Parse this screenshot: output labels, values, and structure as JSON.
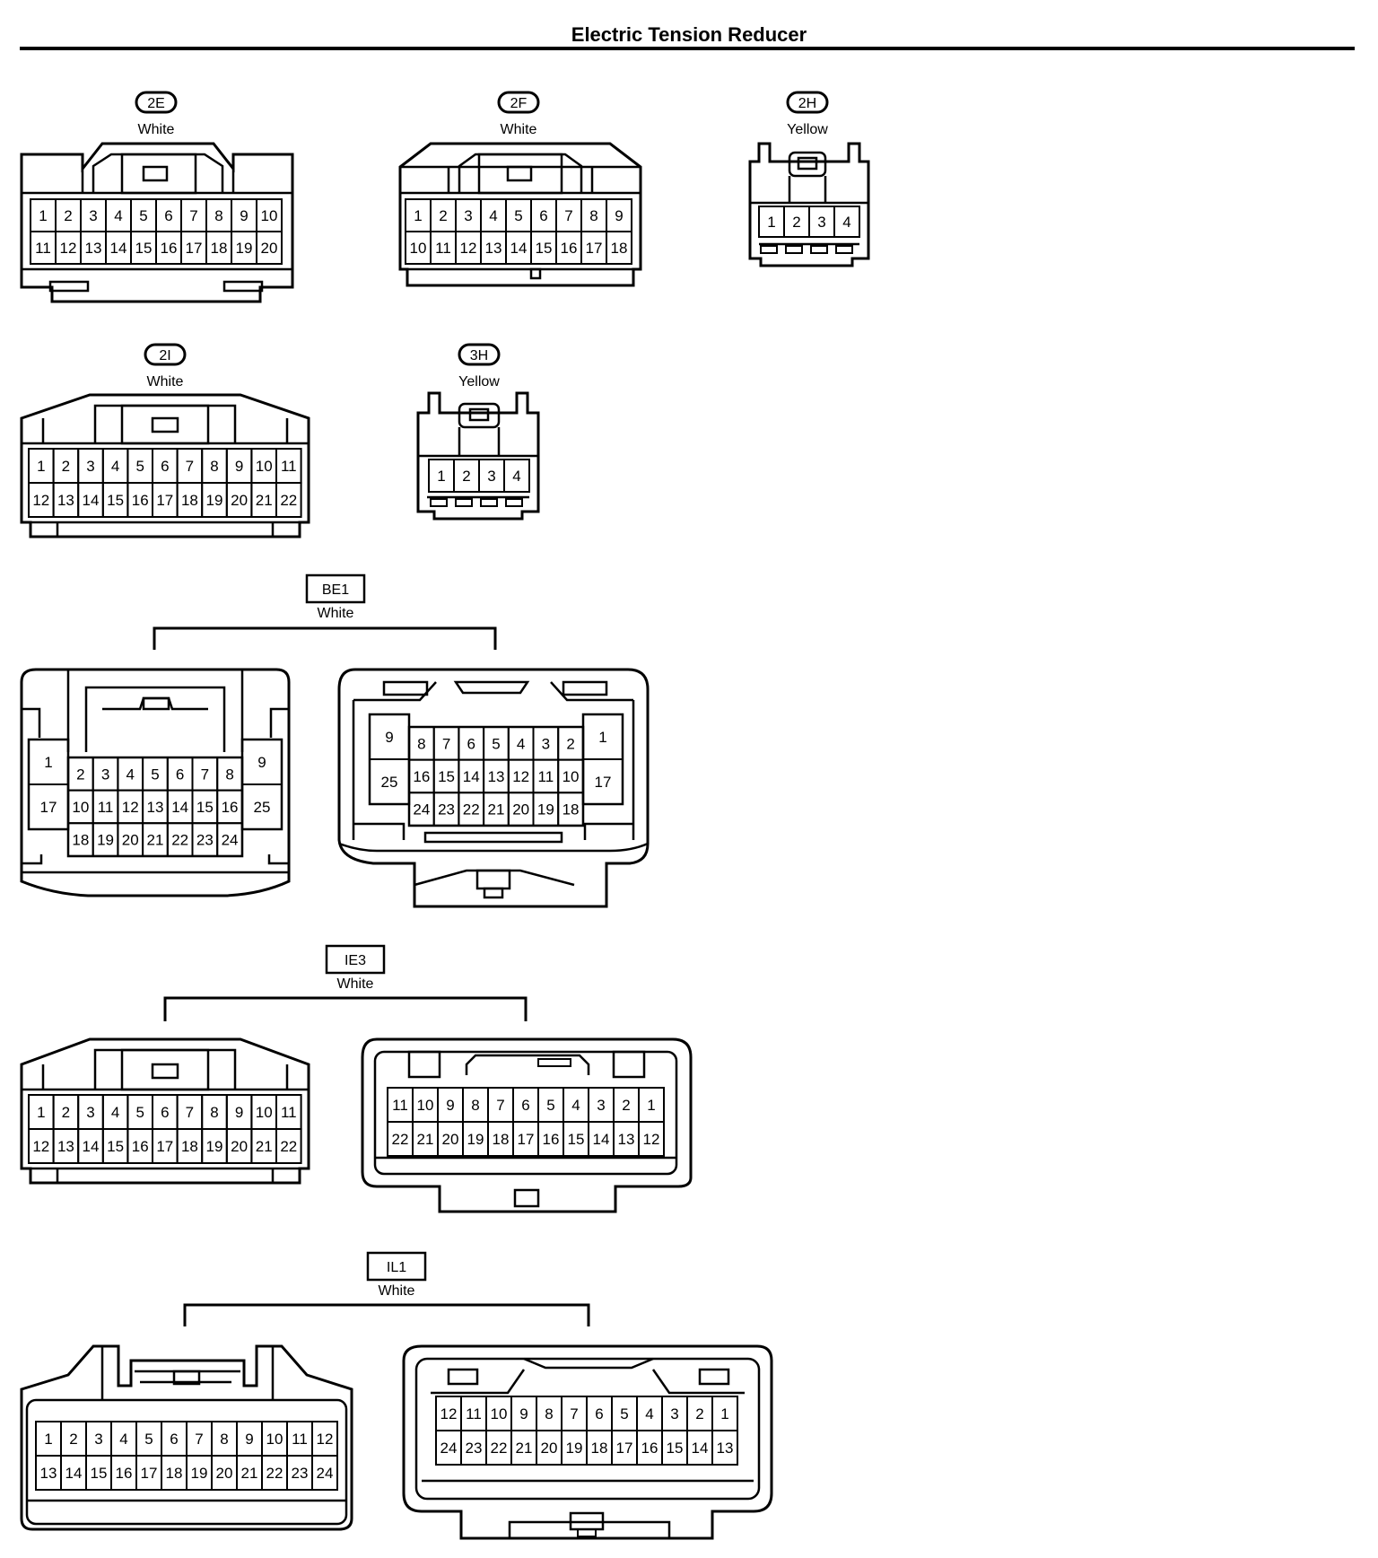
{
  "title": "Electric Tension Reducer",
  "connectors": [
    {
      "id": "2E",
      "color": "White",
      "label_style": "pill",
      "rows": [
        [
          "1",
          "2",
          "3",
          "4",
          "5",
          "6",
          "7",
          "8",
          "9",
          "10"
        ],
        [
          "11",
          "12",
          "13",
          "14",
          "15",
          "16",
          "17",
          "18",
          "19",
          "20"
        ]
      ]
    },
    {
      "id": "2F",
      "color": "White",
      "label_style": "pill",
      "rows": [
        [
          "1",
          "2",
          "3",
          "4",
          "5",
          "6",
          "7",
          "8",
          "9"
        ],
        [
          "10",
          "11",
          "12",
          "13",
          "14",
          "15",
          "16",
          "17",
          "18"
        ]
      ]
    },
    {
      "id": "2H",
      "color": "Yellow",
      "label_style": "pill",
      "rows": [
        [
          "1",
          "2",
          "3",
          "4"
        ]
      ]
    },
    {
      "id": "2I",
      "color": "White",
      "label_style": "pill",
      "rows": [
        [
          "1",
          "2",
          "3",
          "4",
          "5",
          "6",
          "7",
          "8",
          "9",
          "10",
          "11"
        ],
        [
          "12",
          "13",
          "14",
          "15",
          "16",
          "17",
          "18",
          "19",
          "20",
          "21",
          "22"
        ]
      ]
    },
    {
      "id": "3H",
      "color": "Yellow",
      "label_style": "pill",
      "rows": [
        [
          "1",
          "2",
          "3",
          "4"
        ]
      ]
    }
  ],
  "connector_pairs": [
    {
      "id": "BE1",
      "color": "White",
      "label_style": "box",
      "left": {
        "side_left": [
          "1",
          "17"
        ],
        "rows": [
          [
            "2",
            "3",
            "4",
            "5",
            "6",
            "7",
            "8"
          ],
          [
            "10",
            "11",
            "12",
            "13",
            "14",
            "15",
            "16"
          ],
          [
            "18",
            "19",
            "20",
            "21",
            "22",
            "23",
            "24"
          ]
        ],
        "side_right": [
          "9",
          "25"
        ]
      },
      "right": {
        "side_left": [
          "9",
          "25"
        ],
        "rows": [
          [
            "8",
            "7",
            "6",
            "5",
            "4",
            "3",
            "2"
          ],
          [
            "16",
            "15",
            "14",
            "13",
            "12",
            "11",
            "10"
          ],
          [
            "24",
            "23",
            "22",
            "21",
            "20",
            "19",
            "18"
          ]
        ],
        "side_right": [
          "1",
          "17"
        ]
      }
    },
    {
      "id": "IE3",
      "color": "White",
      "label_style": "box",
      "left": {
        "rows": [
          [
            "1",
            "2",
            "3",
            "4",
            "5",
            "6",
            "7",
            "8",
            "9",
            "10",
            "11"
          ],
          [
            "12",
            "13",
            "14",
            "15",
            "16",
            "17",
            "18",
            "19",
            "20",
            "21",
            "22"
          ]
        ]
      },
      "right": {
        "rows": [
          [
            "11",
            "10",
            "9",
            "8",
            "7",
            "6",
            "5",
            "4",
            "3",
            "2",
            "1"
          ],
          [
            "22",
            "21",
            "20",
            "19",
            "18",
            "17",
            "16",
            "15",
            "14",
            "13",
            "12"
          ]
        ]
      }
    },
    {
      "id": "IL1",
      "color": "White",
      "label_style": "box",
      "left": {
        "rows": [
          [
            "1",
            "2",
            "3",
            "4",
            "5",
            "6",
            "7",
            "8",
            "9",
            "10",
            "11",
            "12"
          ],
          [
            "13",
            "14",
            "15",
            "16",
            "17",
            "18",
            "19",
            "20",
            "21",
            "22",
            "23",
            "24"
          ]
        ]
      },
      "right": {
        "rows": [
          [
            "12",
            "11",
            "10",
            "9",
            "8",
            "7",
            "6",
            "5",
            "4",
            "3",
            "2",
            "1"
          ],
          [
            "24",
            "23",
            "22",
            "21",
            "20",
            "19",
            "18",
            "17",
            "16",
            "15",
            "14",
            "13"
          ]
        ]
      }
    }
  ]
}
